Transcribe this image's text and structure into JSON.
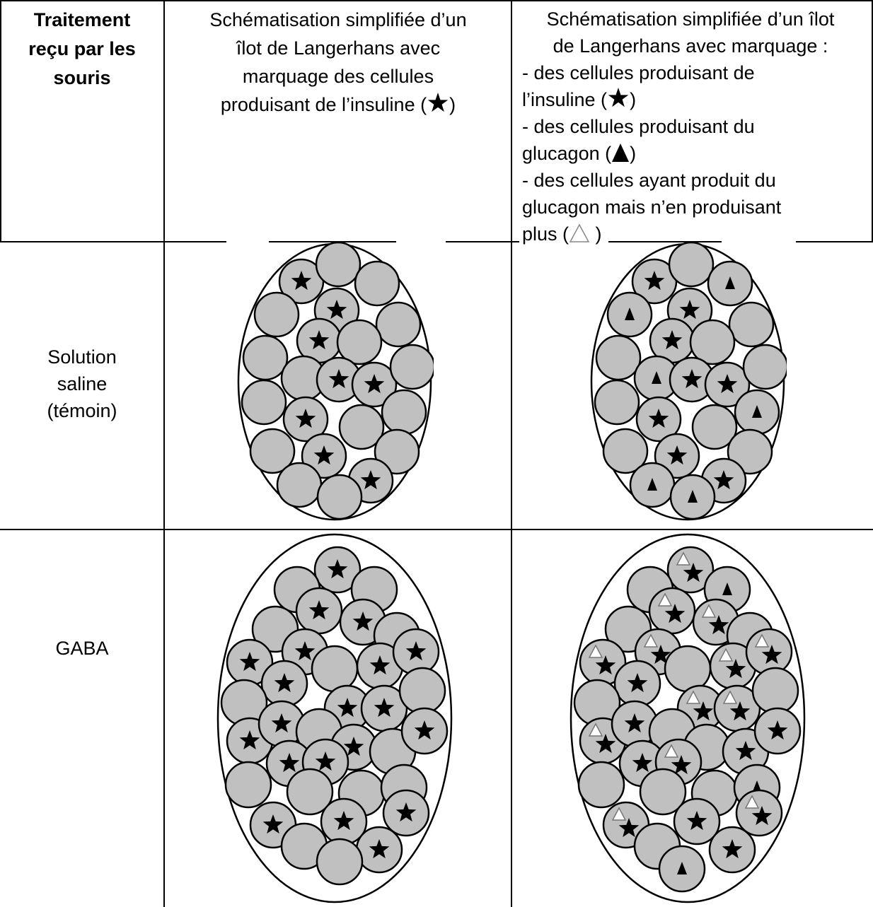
{
  "header": {
    "col1": [
      "Traitement",
      "reçu par les",
      "souris"
    ],
    "col2": [
      "Schématisation simplifiée d’un",
      "îlot de Langerhans avec",
      "marquage des cellules"
    ],
    "col2_last": "produisant de l’insuline  (",
    "col2_close": ")",
    "col3_intro": [
      "Schématisation simplifiée d’un îlot",
      "de Langerhans avec marquage :"
    ],
    "col3_items": [
      {
        "lines": [
          "- des cellules produisant de",
          "l’insuline  ("
        ],
        "close": ")",
        "symbol": "star"
      },
      {
        "lines": [
          "- des cellules produisant du",
          "glucagon ("
        ],
        "close": ")",
        "symbol": "triangle-filled"
      },
      {
        "lines": [
          "- des cellules ayant produit du",
          "glucagon mais n’en produisant",
          "plus ("
        ],
        "close": " )",
        "symbol": "triangle-outline"
      }
    ]
  },
  "rows": [
    {
      "label": [
        "Solution",
        "saline",
        "(témoin)"
      ]
    },
    {
      "label": [
        "GABA"
      ]
    }
  ],
  "colors": {
    "cell_fill": "#c0c0c0",
    "stroke": "#000000",
    "background": "#ffffff"
  },
  "icons": {
    "insulin": "star-icon",
    "glucagon": "filled-triangle-icon",
    "former_glucagon": "outline-triangle-icon"
  }
}
